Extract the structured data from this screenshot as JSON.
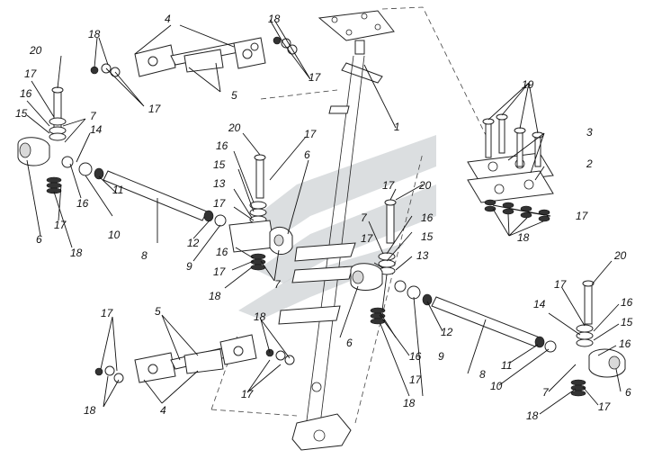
{
  "labels": [
    "1",
    "2",
    "3",
    "4",
    "5",
    "6",
    "7",
    "8",
    "9",
    "10",
    "11",
    "12",
    "13",
    "14",
    "15",
    "16",
    "17",
    "18",
    "19",
    "20"
  ],
  "colors": {
    "line": "#222222",
    "watermark": "#cfd3d6",
    "background": "#ffffff"
  }
}
